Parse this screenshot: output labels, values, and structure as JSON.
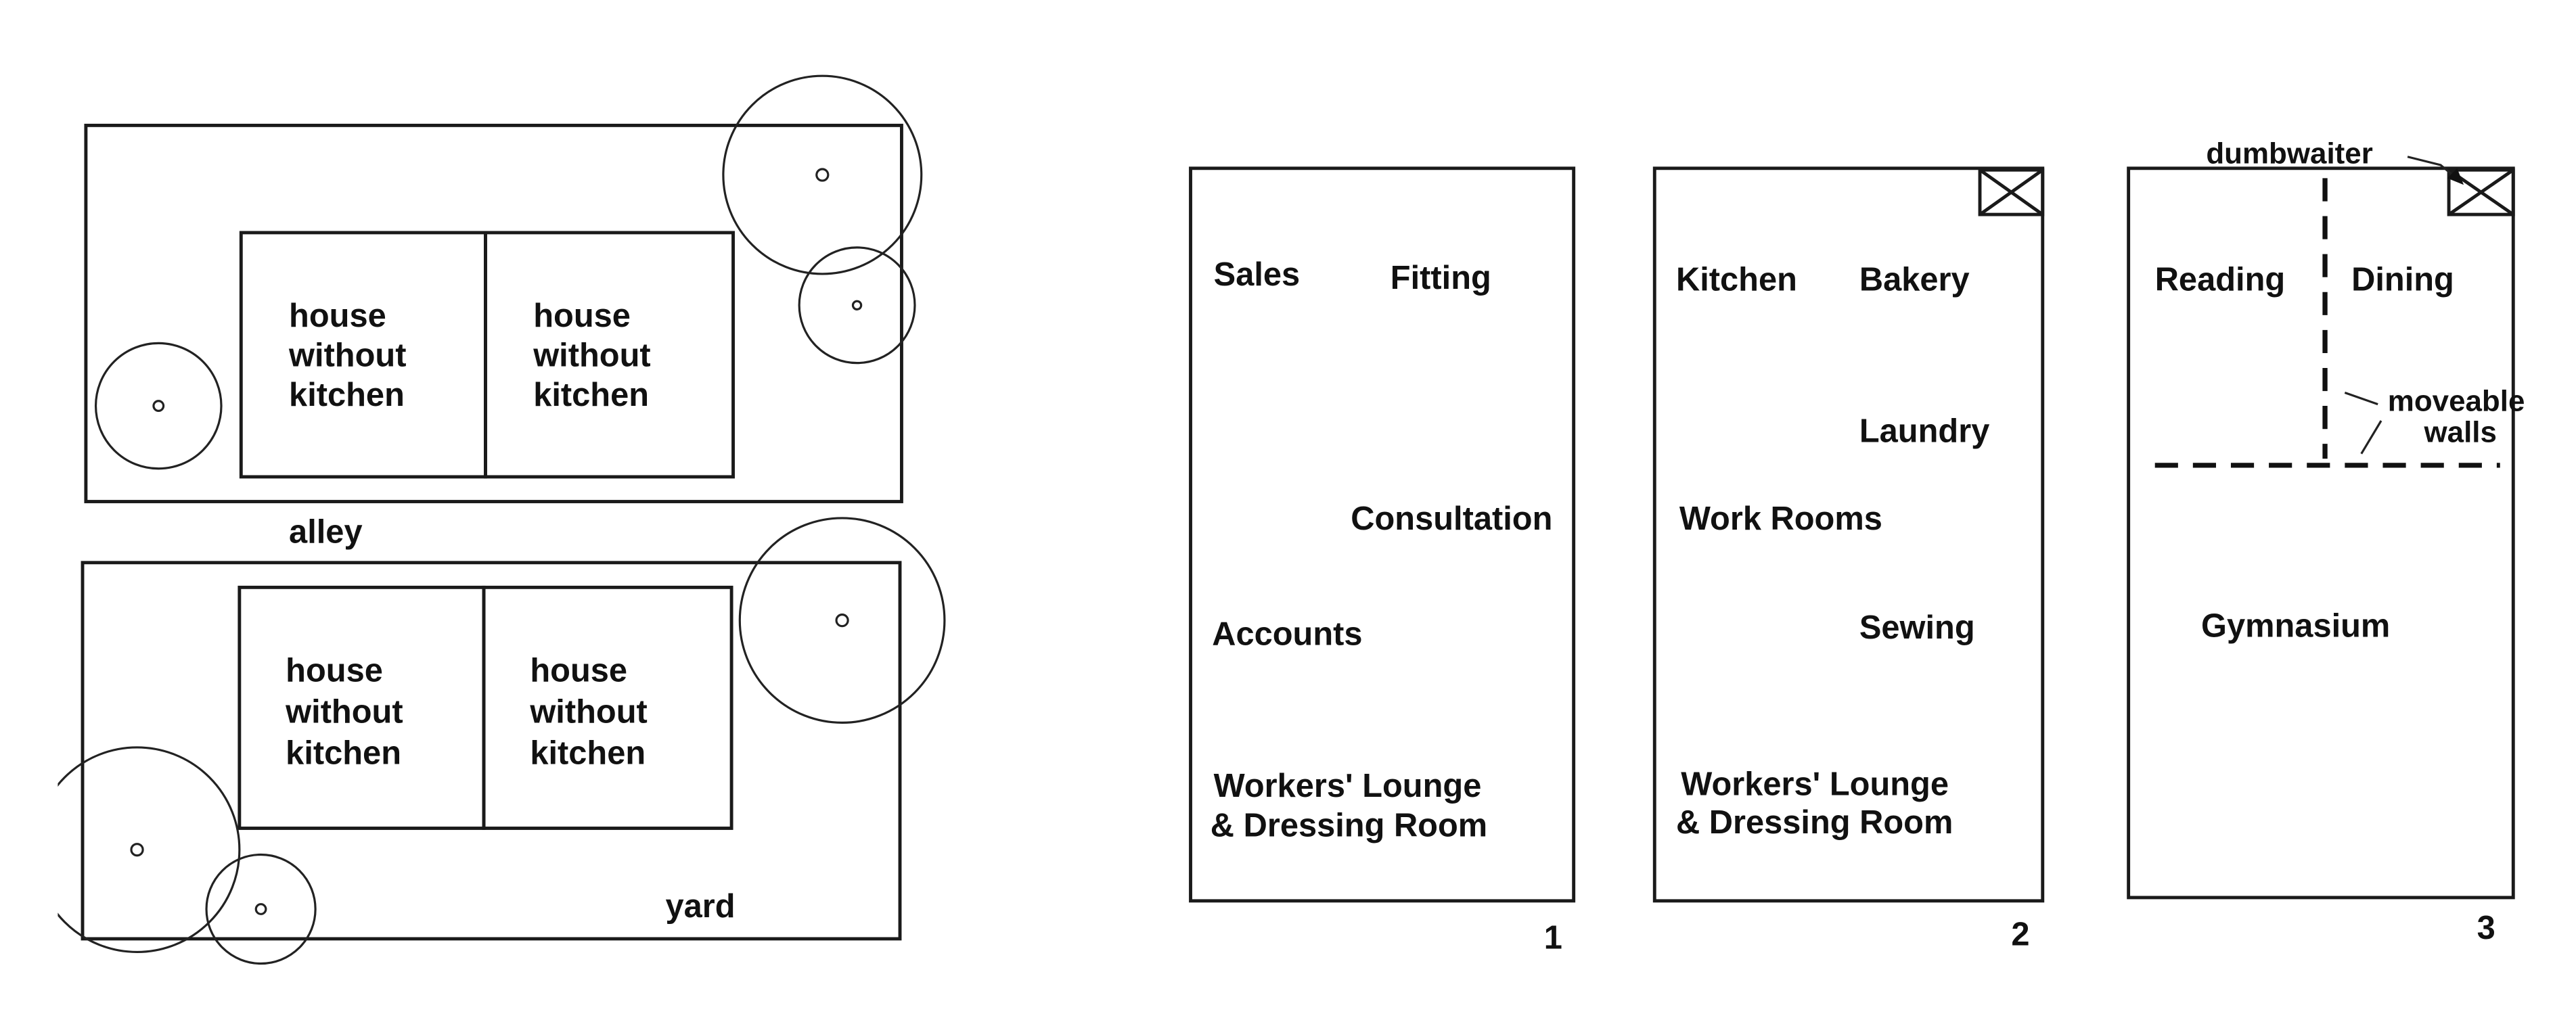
{
  "left_plan": {
    "house_label": [
      "house",
      "without",
      "kitchen"
    ],
    "alley": "alley",
    "yard": "yard"
  },
  "plan1": {
    "number": "1",
    "rooms": [
      "Sales",
      "Fitting",
      "Consultation",
      "Accounts",
      "Workers' Lounge",
      "& Dressing Room"
    ]
  },
  "plan2": {
    "number": "2",
    "rooms": [
      "Kitchen",
      "Bakery",
      "Laundry",
      "Work Rooms",
      "Sewing",
      "Workers' Lounge",
      "& Dressing Room"
    ]
  },
  "plan3": {
    "number": "3",
    "rooms": [
      "Reading",
      "Dining",
      "Gymnasium"
    ],
    "dumbwaiter": "dumbwaiter",
    "moveable_walls": [
      "moveable",
      "walls"
    ]
  }
}
